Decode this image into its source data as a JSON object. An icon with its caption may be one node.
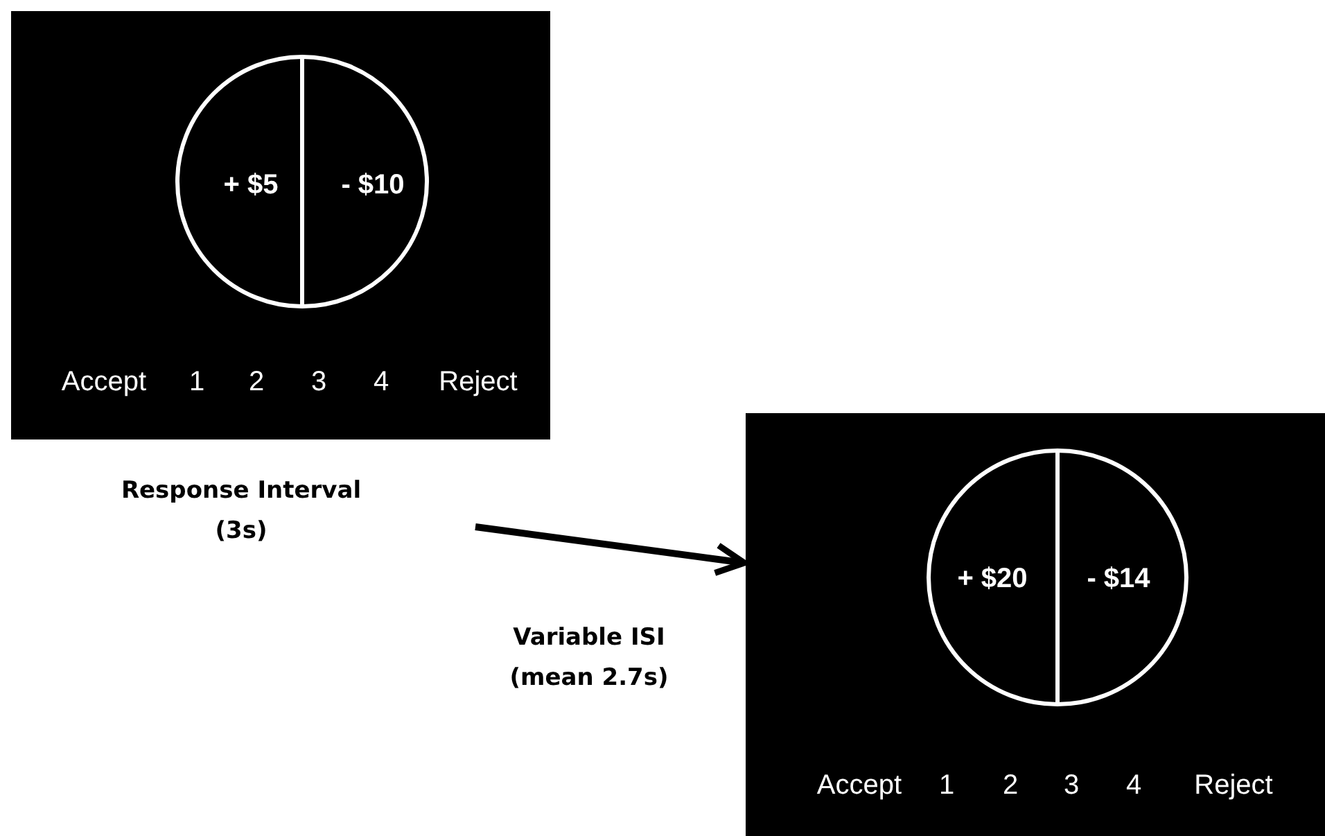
{
  "diagram": {
    "nodes": [
      {
        "text": [
          "Accept",
          "1",
          "2",
          "3",
          "4",
          "Reject"
        ],
        "beside": [
          "Response Interval (3s)"
        ]
      },
      {
        "text": [
          "+ $5",
          "- $10"
        ],
        "in": 0
      },
      {
        "text": [
          "Accept",
          "1",
          "2",
          "3",
          "4",
          "Reject"
        ]
      },
      {
        "text": [
          "+ $20",
          "- $14"
        ],
        "in": 2
      }
    ],
    "edges": [
      {
        "from": null,
        "to": 2,
        "arrow": "to"
      }
    ],
    "labels": [
      "Variable ISI (mean 2.7s)"
    ]
  }
}
